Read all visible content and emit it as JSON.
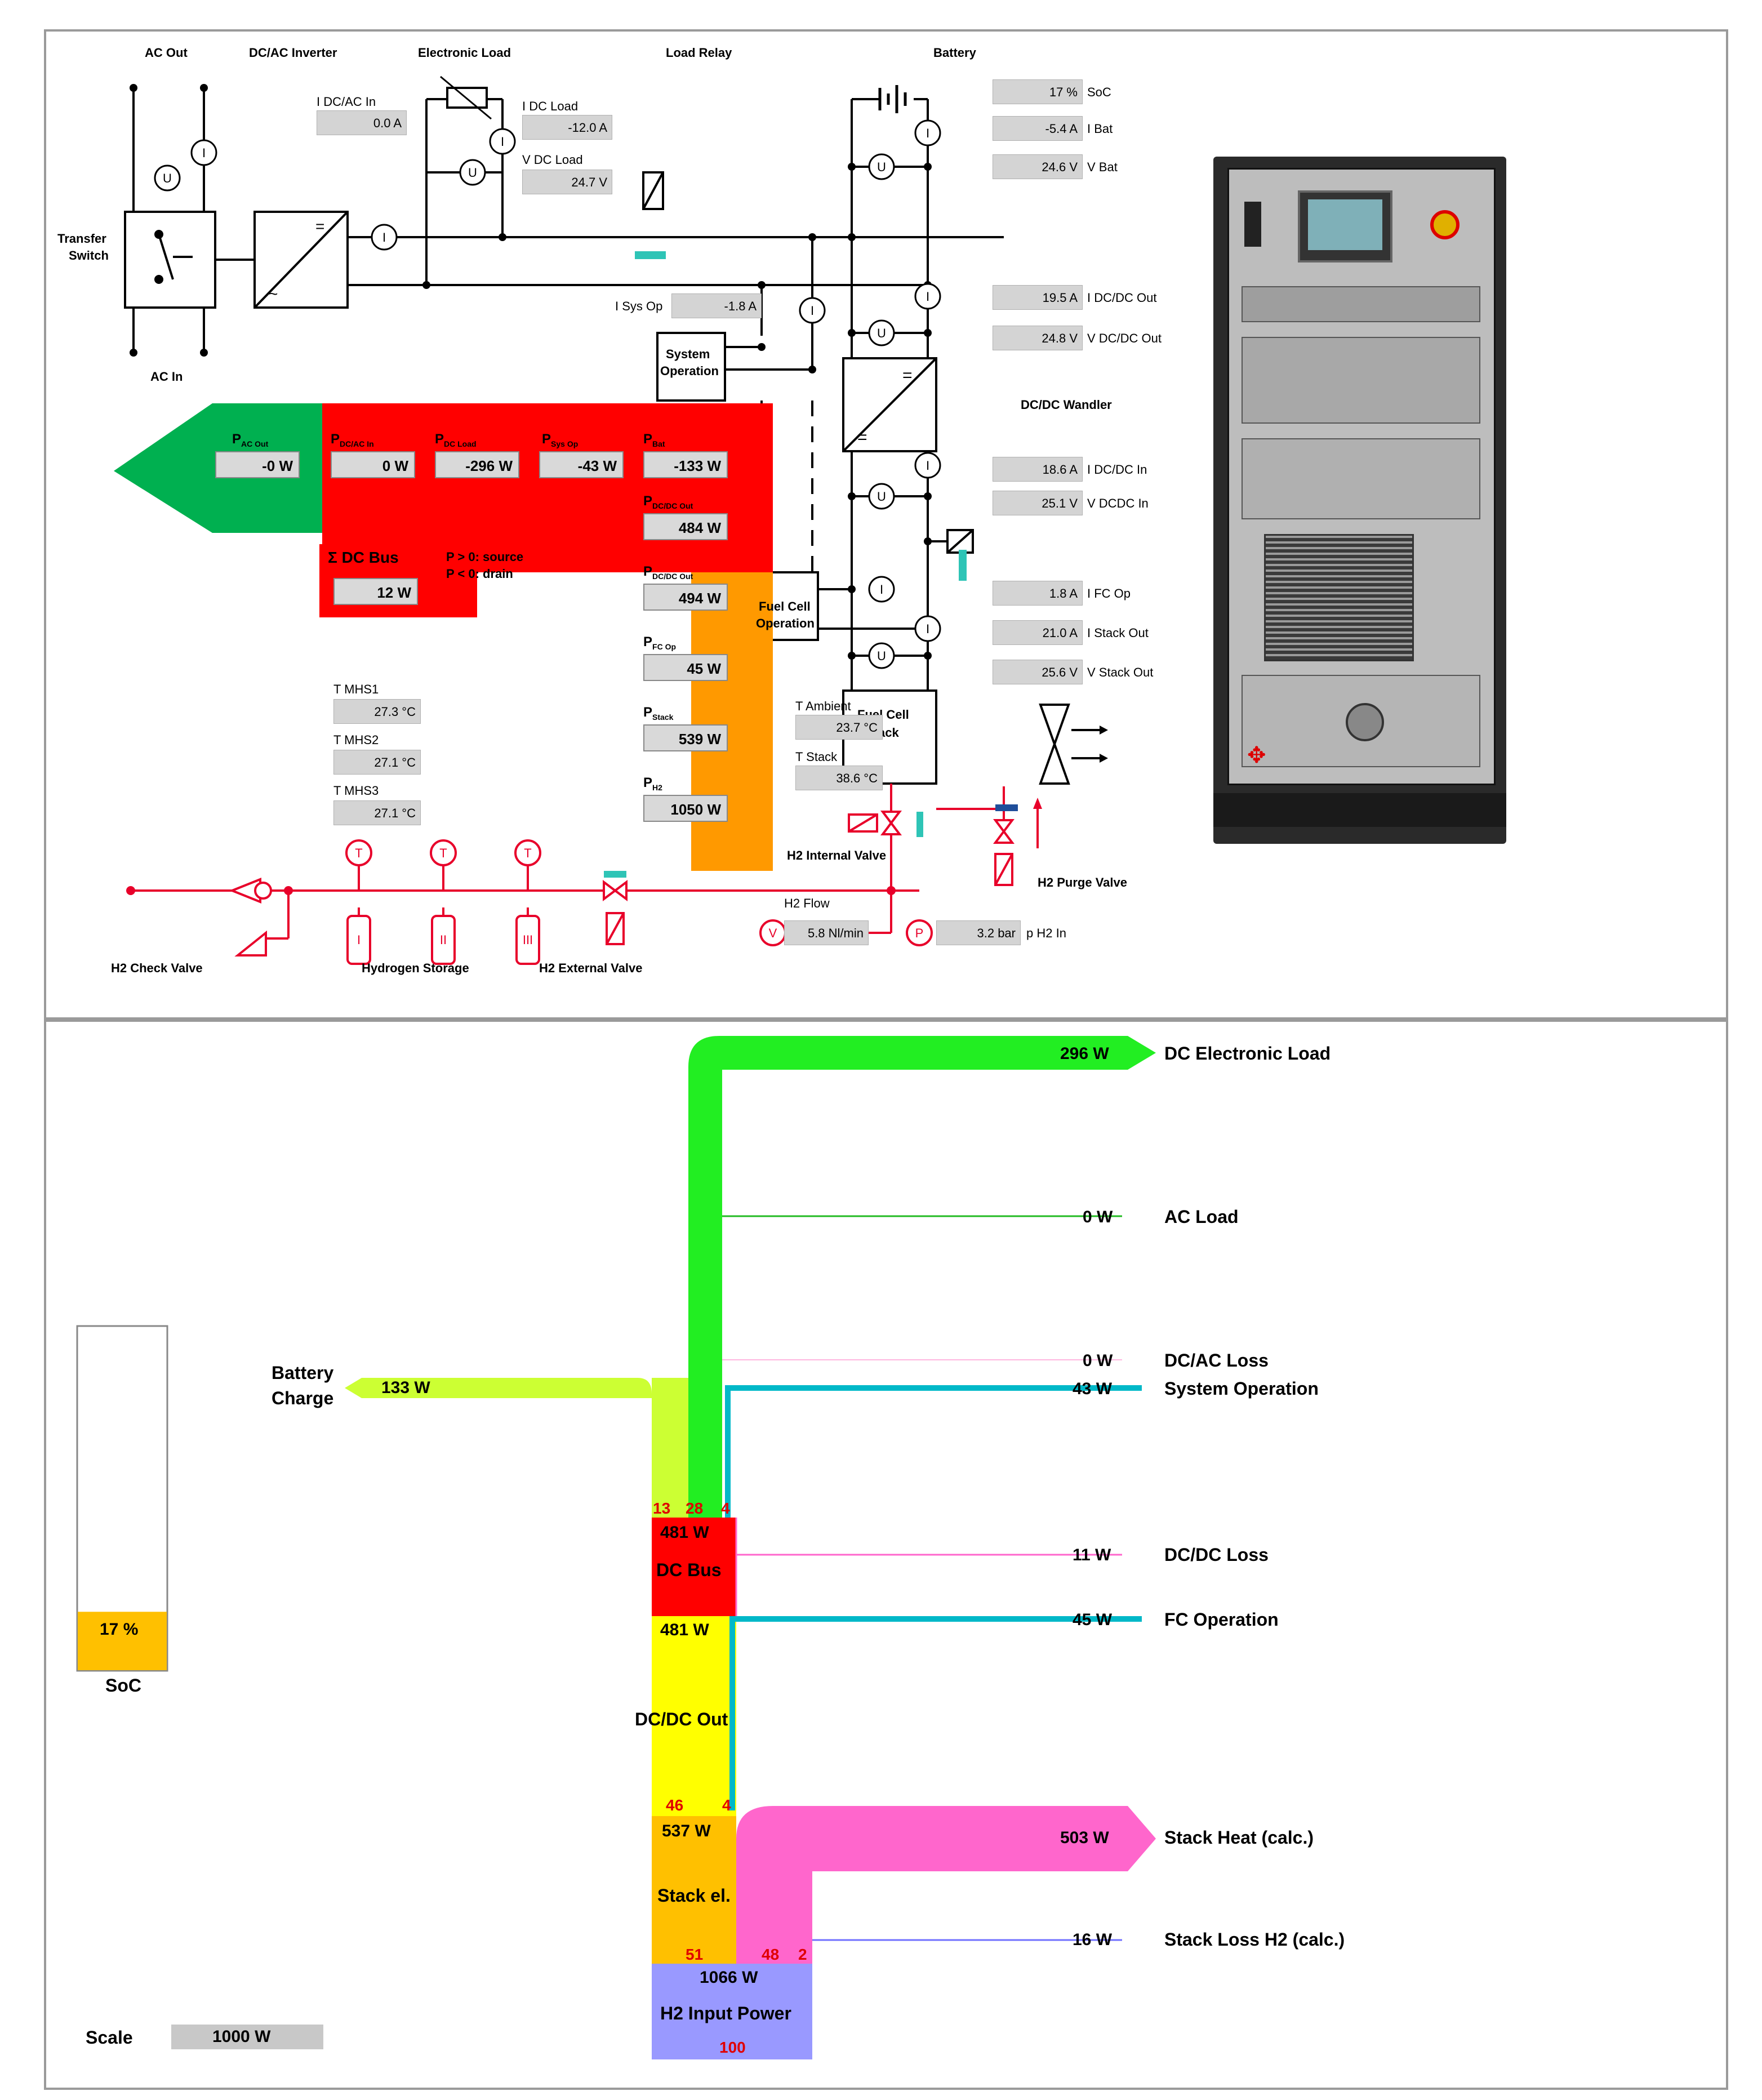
{
  "hmi": {
    "headers": {
      "ac_out": "AC Out",
      "dcac_inverter": "DC/AC Inverter",
      "electronic_load": "Electronic Load",
      "load_relay": "Load Relay",
      "battery": "Battery"
    },
    "labels": {
      "transfer_switch_1": "Transfer",
      "transfer_switch_2": "Switch",
      "ac_in": "AC In",
      "system_operation_1": "System",
      "system_operation_2": "Operation",
      "dcdc_wandler": "DC/DC Wandler",
      "fuel_cell_operation_1": "Fuel Cell",
      "fuel_cell_operation_2": "Operation",
      "fuel_cell_stack_1": "Fuel Cell",
      "fuel_cell_stack_2": "Stack",
      "h2_internal_valve": "H2 Internal Valve",
      "h2_purge_valve": "H2 Purge Valve",
      "h2_check_valve": "H2 Check Valve",
      "hydrogen_storage": "Hydrogen Storage",
      "h2_external_valve": "H2 External Valve",
      "cyl_1": "I",
      "cyl_2": "II",
      "cyl_3": "III",
      "sensor_t": "T",
      "sensor_u": "U",
      "sensor_i": "I",
      "sensor_v": "V",
      "sensor_p": "P"
    },
    "measurements": {
      "idcac_in_label": "I DC/AC In",
      "idcac_in": "0.0 A",
      "idc_load_label": "I DC Load",
      "idc_load": "-12.0 A",
      "vdc_load_label": "V DC Load",
      "vdc_load": "24.7 V",
      "soc": "17 %",
      "soc_label": "SoC",
      "ibat": "-5.4 A",
      "ibat_label": "I Bat",
      "vbat": "24.6 V",
      "vbat_label": "V Bat",
      "isys_op_label": "I Sys Op",
      "isys_op": "-1.8 A",
      "idcdc_out": "19.5 A",
      "idcdc_out_label": "I DC/DC Out",
      "vdcdc_out": "24.8 V",
      "vdcdc_out_label": "V DC/DC Out",
      "idcdc_in": "18.6 A",
      "idcdc_in_label": "I DC/DC In",
      "vdcdc_in": "25.1 V",
      "vdcdc_in_label": "V DCDC In",
      "ifc_op": "1.8 A",
      "ifc_op_label": "I FC Op",
      "istack_out": "21.0 A",
      "istack_out_label": "I Stack Out",
      "vstack_out": "25.6 V",
      "vstack_out_label": "V Stack Out",
      "t_ambient_label": "T Ambient",
      "t_ambient": "23.7 °C",
      "t_stack_label": "T Stack",
      "t_stack": "38.6 °C",
      "h2_flow_label": "H2 Flow",
      "h2_flow": "5.8 Nl/min",
      "p_h2_in": "3.2 bar",
      "p_h2_in_label": "p H2 In",
      "tmhs1_label": "T MHS1",
      "tmhs1": "27.3 °C",
      "tmhs2_label": "T MHS2",
      "tmhs2": "27.1 °C",
      "tmhs3_label": "T MHS3",
      "tmhs3": "27.1 °C"
    },
    "power": {
      "pac_out_label": "P",
      "pac_out_sub": "AC Out",
      "pac_out": "-0 W",
      "pdcac_in_label": "P",
      "pdcac_in_sub": "DC/AC In",
      "pdcac_in": "0 W",
      "pdc_load_label": "P",
      "pdc_load_sub": "DC Load",
      "pdc_load": "-296 W",
      "psys_op_label": "P",
      "psys_op_sub": "Sys Op",
      "psys_op": "-43 W",
      "pbat_label": "P",
      "pbat_sub": "Bat",
      "pbat": "-133 W",
      "pdcdc_out_label": "P",
      "pdcdc_out_sub": "DC/DC Out",
      "pdcdc_out": "484 W",
      "pdcdc_in_label": "P",
      "pdcdc_in_sub": "DC/DC Out",
      "pdcdc_in": "494 W",
      "pfc_op_label": "P",
      "pfc_op_sub": "FC Op",
      "pfc_op": "45 W",
      "pstack_label": "P",
      "pstack_sub": "Stack",
      "pstack": "539 W",
      "ph2_label": "P",
      "ph2_sub": "H2",
      "ph2": "1050 W",
      "sum_label": "Σ DC Bus",
      "sum_value": "12 W",
      "legend_source": "P > 0: source",
      "legend_drain": "P < 0: drain"
    }
  },
  "sankey": {
    "outputs": [
      {
        "value": "296 W",
        "label": "DC Electronic Load"
      },
      {
        "value": "0 W",
        "label": "AC Load"
      },
      {
        "value": "0 W",
        "label": "DC/AC Loss"
      },
      {
        "value": "43 W",
        "label": "System Operation"
      },
      {
        "value": "11 W",
        "label": "DC/DC Loss"
      },
      {
        "value": "45 W",
        "label": "FC Operation"
      },
      {
        "value": "503 W",
        "label": "Stack Heat (calc.)"
      },
      {
        "value": "16 W",
        "label": "Stack Loss H2 (calc.)"
      }
    ],
    "battery_charge_1": "Battery",
    "battery_charge_2": "Charge",
    "battery_charge_value": "133 W",
    "nodes": {
      "dcbus_value": "481 W",
      "dcbus_label": "DC Bus",
      "dcdc_value": "481 W",
      "dcdc_label": "DC/DC Out",
      "stack_value": "537 W",
      "stack_label": "Stack el.",
      "h2_value": "1066 W",
      "h2_label": "H2 Input Power",
      "h2_pct": "100"
    },
    "percentages": {
      "bat": "13",
      "load": "28",
      "sys": "4",
      "dcdc": "46",
      "fc": "4",
      "stack": "51",
      "heat": "48",
      "loss": "2"
    },
    "soc": {
      "value": "17 %",
      "label": "SoC",
      "fraction": 0.17
    },
    "scale_label": "Scale",
    "scale_value": "1000 W"
  },
  "colors": {
    "red": "#ff0000",
    "green_arrow": "#00b050",
    "orange": "#ff9900",
    "sankey_green": "#22ee22",
    "battery_lime": "#ccff33",
    "pink": "#ff66cc",
    "teal": "#00b8c8",
    "yellow": "#ffff00",
    "node_orange": "#ffc000",
    "h2_purple": "#9999ff",
    "soc_fill": "#ffc000",
    "h2_line": "#e8002a"
  }
}
